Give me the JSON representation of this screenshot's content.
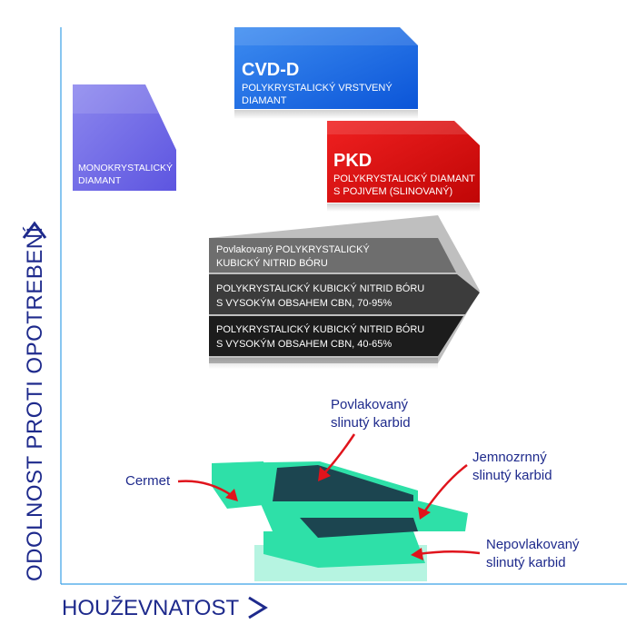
{
  "axes": {
    "y_label": "ODOLNOST PROTI OPOTREBENÍ",
    "x_label": "HOUŽEVNATOST"
  },
  "boxes": {
    "cvd": {
      "title": "CVD-D",
      "line1": "POLYKRYSTALICKÝ VRSTVENÝ",
      "line2": "DIAMANT",
      "color": "#1a73e8"
    },
    "mono": {
      "line1": "MONOKRYSTALICKÝ",
      "line2": "DIAMANT",
      "color": "#7b73e6"
    },
    "pkd": {
      "title": "PKD",
      "line1": "POLYKRYSTALICKÝ DIAMANT",
      "line2": "S POJIVEM (SLINOVANÝ)",
      "color": "#e01010"
    },
    "cbn": {
      "rows": [
        {
          "line1": "Povlakovaný POLYKRYSTALICKÝ",
          "line2": "KUBICKÝ NITRID BÓRU"
        },
        {
          "line1": "POLYKRYSTALICKÝ KUBICKÝ NITRID BÓRU",
          "line2": "S VYSOKÝM OBSAHEM CBN, 70-95%"
        },
        {
          "line1": "POLYKRYSTALICKÝ KUBICKÝ NITRID BÓRU",
          "line2": "S VYSOKÝM OBSAHEM CBN, 40-65%"
        }
      ],
      "colors": [
        "#6e6e6e",
        "#3c3c3c",
        "#1c1c1c"
      ]
    }
  },
  "carbide_labels": {
    "povlakovany": {
      "line1": "Povlakovaný",
      "line2": "slinutý karbid"
    },
    "cermet": {
      "line1": "Cermet"
    },
    "jemnozrnny": {
      "line1": "Jemnozrnný",
      "line2": "slinutý karbid"
    },
    "nepovlakovany": {
      "line1": "Nepovlakovaný",
      "line2": "slinutý karbid"
    }
  },
  "colors": {
    "axis": "#1e2a8c",
    "teal": "#2ee0a8",
    "arrow": "#e0141c"
  }
}
